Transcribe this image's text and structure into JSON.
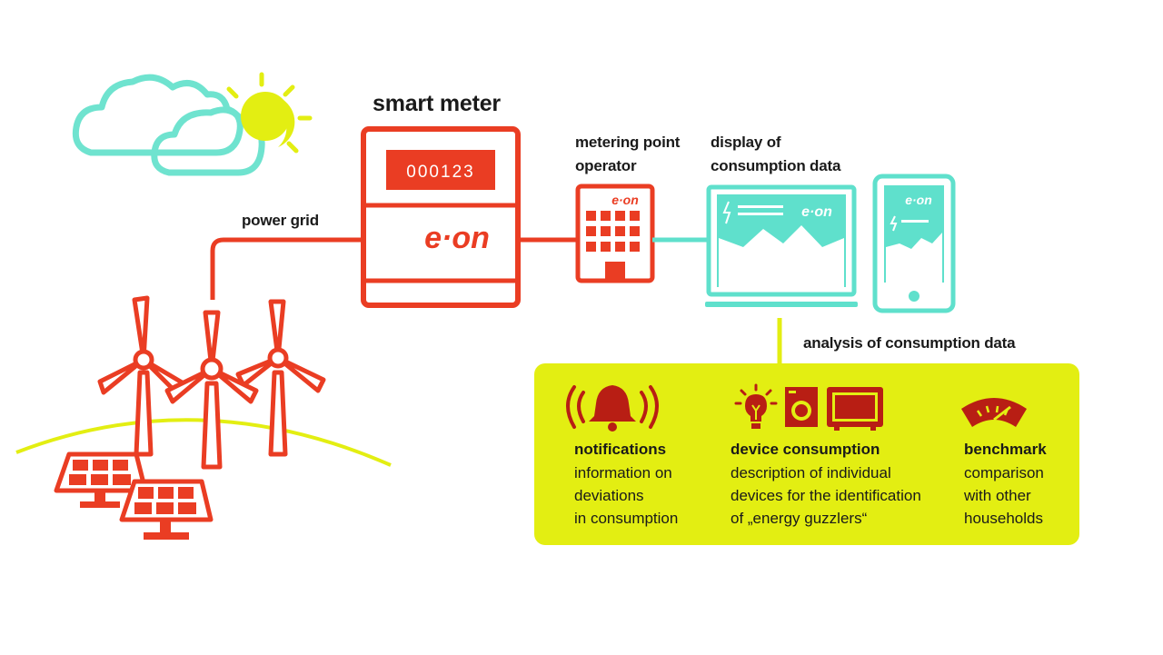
{
  "smart_meter": {
    "title": "smart meter",
    "reading": "000123",
    "brand": "e·on"
  },
  "power_grid_label": "power grid",
  "metering_point_operator": {
    "line1": "metering point",
    "line2": "operator",
    "brand": "e·on"
  },
  "display_label": {
    "line1": "display of",
    "line2": "consumption data"
  },
  "devices": {
    "monitor_brand": "e·on",
    "phone_brand": "e·on"
  },
  "analysis_label": "analysis of consumption data",
  "features": [
    {
      "title": "notifications",
      "lines": [
        "information on",
        "deviations",
        "in consumption"
      ],
      "icon": "bell-icon"
    },
    {
      "title": "device consumption",
      "lines": [
        "description of individual",
        "devices for the identification",
        "of „energy guzzlers“"
      ],
      "icon": "appliances-icon"
    },
    {
      "title": "benchmark",
      "lines": [
        "comparison",
        "with other",
        "households"
      ],
      "icon": "gauge-icon"
    }
  ],
  "colors": {
    "eon_red": "#ea3d23",
    "teal": "#5fe0cc",
    "yellow_green": "#e3ee12",
    "dark_red": "#b81e14"
  }
}
